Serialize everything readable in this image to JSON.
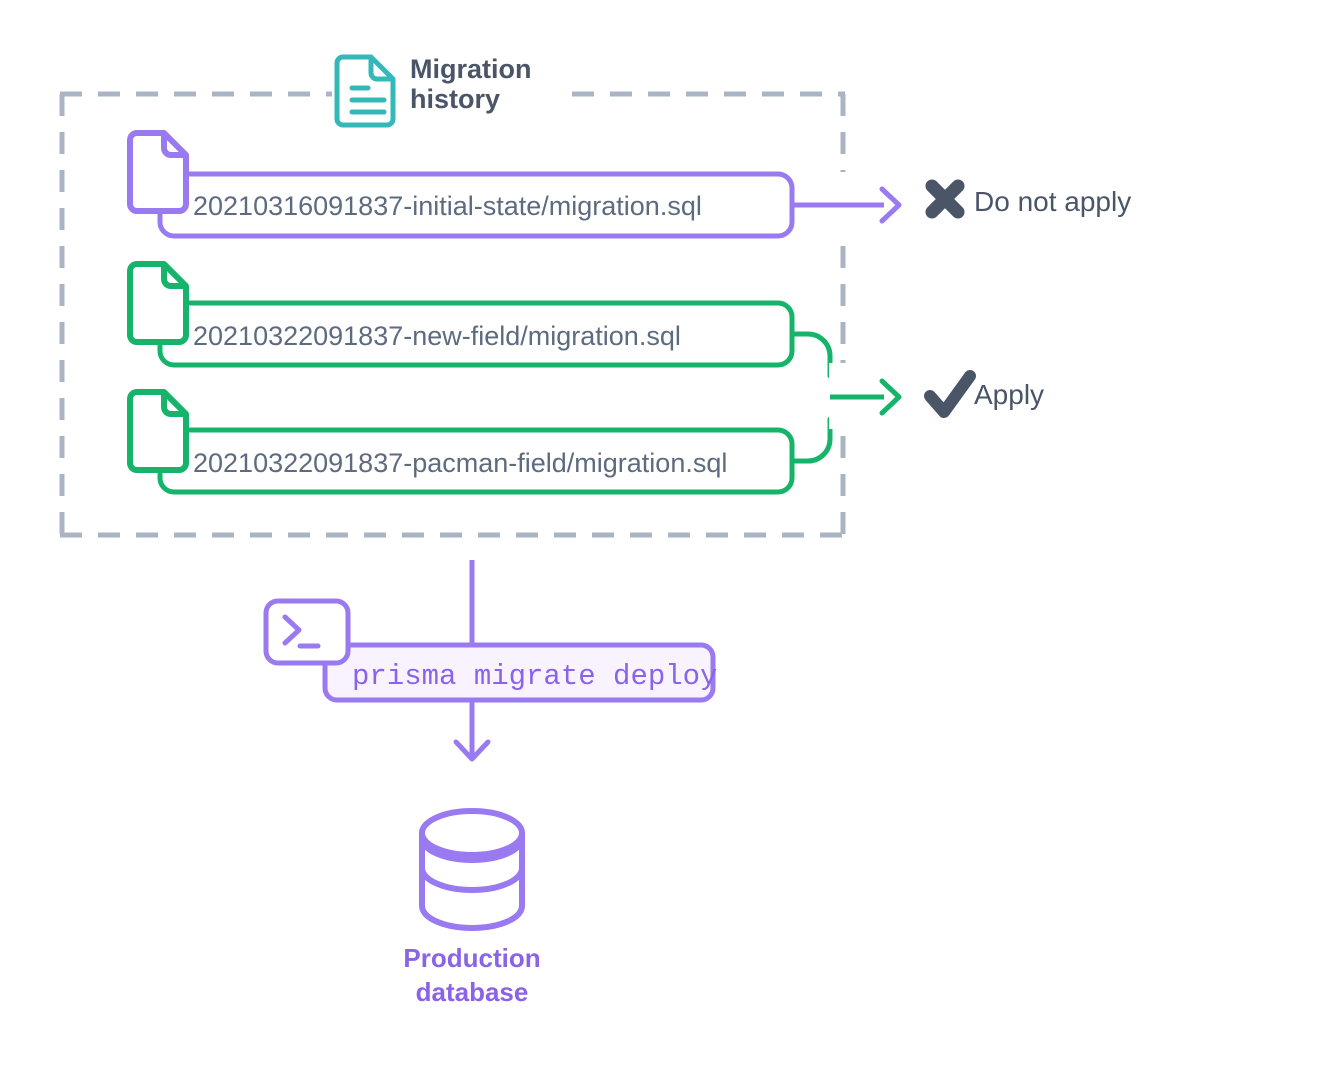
{
  "diagram": {
    "title": "Prisma migrate deploy flow",
    "colors": {
      "purple": "#9a7af0",
      "purple_text": "#8a63e8",
      "green": "#16b46a",
      "teal": "#35b8b8",
      "slate": "#4a5568",
      "dashed_border": "#aab4c4",
      "cmd_bg": "#f8f3ff"
    }
  },
  "history_group": {
    "label_line1": "Migration",
    "label_line2": "history",
    "icon": "document-icon"
  },
  "migrations": [
    {
      "name": "20210316091837-initial-state/migration.sql",
      "color": "#9a7af0",
      "outcome": "do-not-apply",
      "icon": "file-icon"
    },
    {
      "name": "20210322091837-new-field/migration.sql",
      "color": "#16b46a",
      "outcome": "apply",
      "icon": "file-icon"
    },
    {
      "name": "20210322091837-pacman-field/migration.sql",
      "color": "#16b46a",
      "outcome": "apply",
      "icon": "file-icon"
    }
  ],
  "outcomes": [
    {
      "id": "do-not-apply",
      "label": "Do not apply",
      "icon": "x-mark-icon",
      "arrow_color": "#9a7af0"
    },
    {
      "id": "apply",
      "label": "Apply",
      "icon": "check-mark-icon",
      "arrow_color": "#16b46a"
    }
  ],
  "command": {
    "prompt_icon": "terminal-prompt-icon",
    "text": "prisma migrate deploy"
  },
  "database": {
    "icon": "database-cylinder-icon",
    "label_line1": "Production",
    "label_line2": "database"
  }
}
